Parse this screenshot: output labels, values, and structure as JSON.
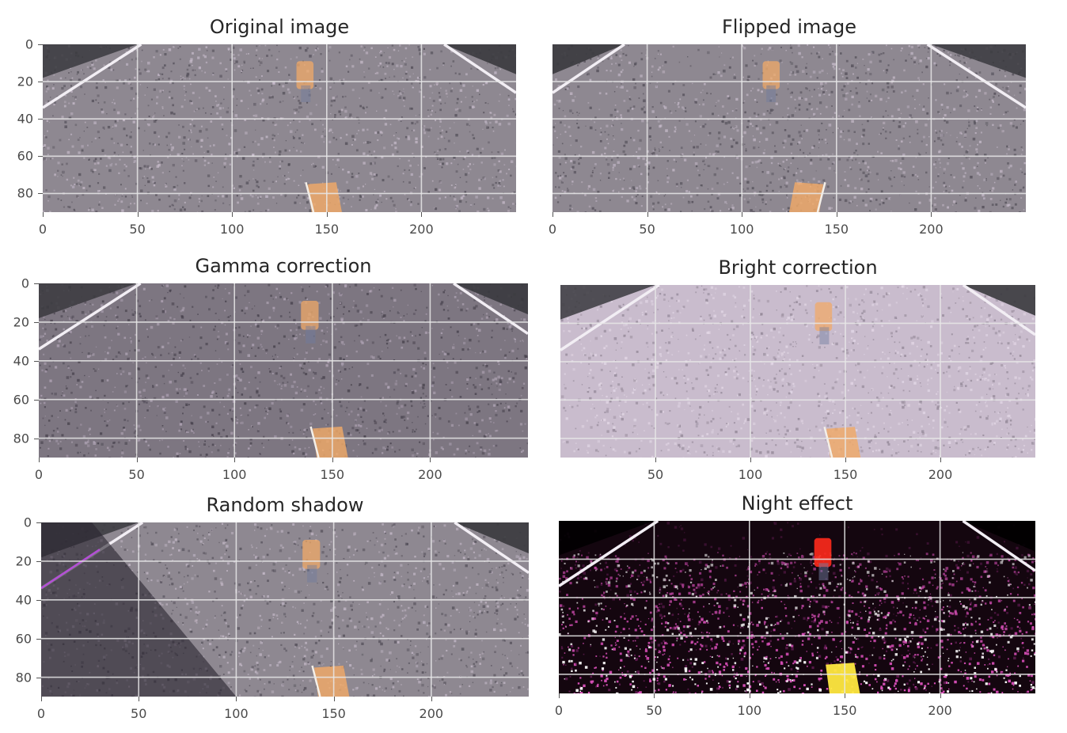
{
  "figure": {
    "x_axis": {
      "range": [
        0,
        250
      ],
      "ticks": [
        0,
        50,
        100,
        150,
        200
      ]
    },
    "y_axis": {
      "range": [
        0,
        90
      ],
      "ticks": [
        0,
        20,
        40,
        60,
        80
      ]
    },
    "grid_color": "#e8e8e8"
  },
  "panels": [
    {
      "id": "original",
      "title": "Original image",
      "effect": "normal",
      "show_y_ticks": true,
      "show_x_zero": true
    },
    {
      "id": "flipped",
      "title": "Flipped image",
      "effect": "flipped",
      "show_y_ticks": false,
      "show_x_zero": true
    },
    {
      "id": "gamma",
      "title": "Gamma correction",
      "effect": "gamma",
      "show_y_ticks": true,
      "show_x_zero": true
    },
    {
      "id": "bright",
      "title": "Bright correction",
      "effect": "bright",
      "show_y_ticks": false,
      "show_x_zero": false
    },
    {
      "id": "shadow",
      "title": "Random shadow",
      "effect": "shadow",
      "show_y_ticks": true,
      "show_x_zero": true
    },
    {
      "id": "night",
      "title": "Night effect",
      "effect": "night",
      "show_y_ticks": false,
      "show_x_zero": true
    }
  ],
  "colors": {
    "road": "#8e8891",
    "road_light": "#cbbfcf",
    "road_bright": "#e7dcea",
    "road_dark": "#4a4650",
    "lane_line": "#f2eef4",
    "corner_dark": "#3a3a3e",
    "pedestrian": "#f0a968",
    "night_bg": "#14060f",
    "night_speckle": "#d84fb8",
    "night_pedestrian": "#ff2a1c",
    "night_box": "#ffe840"
  }
}
